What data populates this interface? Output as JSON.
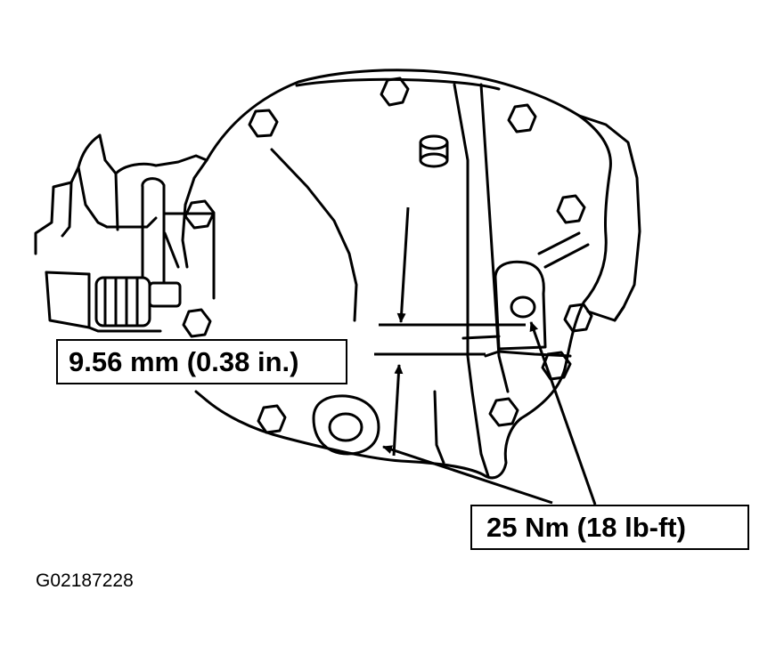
{
  "callouts": {
    "gap": "9.56 mm (0.38 in.)",
    "torque": "25 Nm (18 lb-ft)"
  },
  "figure_id": "G02187228",
  "colors": {
    "line": "#000000",
    "background": "#ffffff"
  }
}
